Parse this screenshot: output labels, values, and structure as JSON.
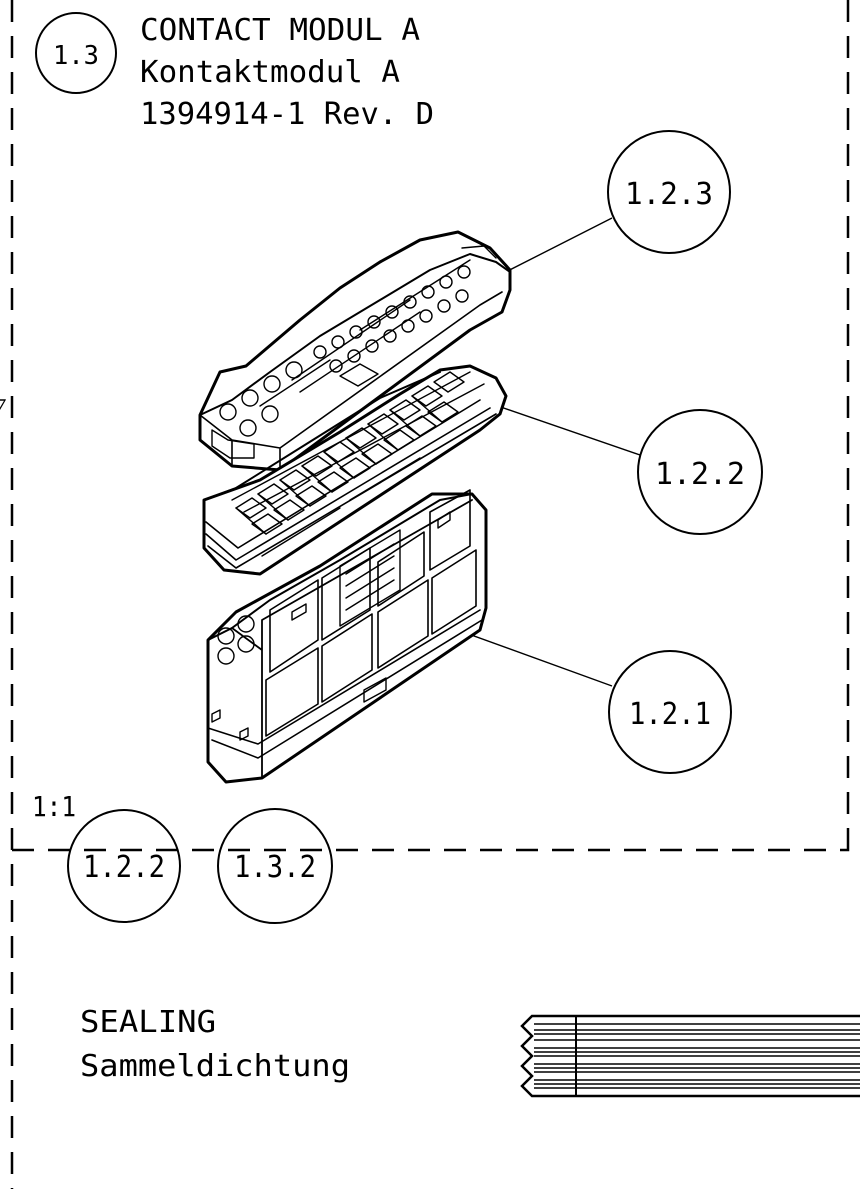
{
  "module": {
    "item_number": "1.3",
    "title": "CONTACT MODUL A",
    "subtitle": "Kontaktmodul A",
    "part_number": "1394914-1 Rev. D",
    "scale": "1:1"
  },
  "callouts": {
    "c1": "1.2.3",
    "c2": "1.2.2",
    "c3": "1.2.1"
  },
  "lower": {
    "item_a": "1.2.2",
    "item_b": "1.3.2",
    "title": "SEALING",
    "subtitle": "Sammeldichtung"
  },
  "colors": {
    "line": "#000000",
    "background": "#ffffff"
  }
}
